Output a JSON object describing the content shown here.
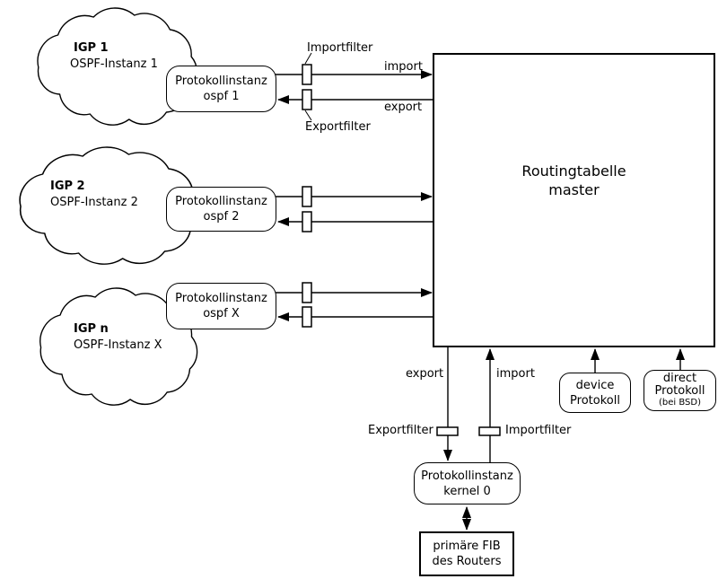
{
  "clouds": [
    {
      "title": "IGP 1",
      "subtitle": "OSPF-Instanz 1"
    },
    {
      "title": "IGP 2",
      "subtitle": "OSPF-Instanz 2"
    },
    {
      "title": "IGP n",
      "subtitle": "OSPF-Instanz X"
    }
  ],
  "protocols": [
    {
      "line1": "Protokollinstanz",
      "line2": "ospf 1"
    },
    {
      "line1": "Protokollinstanz",
      "line2": "ospf 2"
    },
    {
      "line1": "Protokollinstanz",
      "line2": "ospf X"
    }
  ],
  "master": {
    "line1": "Routingtabelle",
    "line2": "master"
  },
  "filters": {
    "top_import": "Importfilter",
    "top_export": "Exportfilter",
    "bottom_export": "Exportfilter",
    "bottom_import": "Importfilter"
  },
  "flow_labels": {
    "top_import": "import",
    "top_export": "export",
    "bottom_export": "export",
    "bottom_import": "import"
  },
  "device_protocol": {
    "line1": "device",
    "line2": "Protokoll"
  },
  "direct_protocol": {
    "line1": "direct",
    "line2": "Protokoll",
    "line3": "(bei BSD)"
  },
  "kernel": {
    "line1": "Protokollinstanz",
    "line2": "kernel 0"
  },
  "fib": {
    "line1": "primäre FIB",
    "line2": "des Routers"
  },
  "colors": {
    "line": "#000000",
    "fill": "#ffffff",
    "text": "#000000",
    "background": "#ffffff"
  }
}
